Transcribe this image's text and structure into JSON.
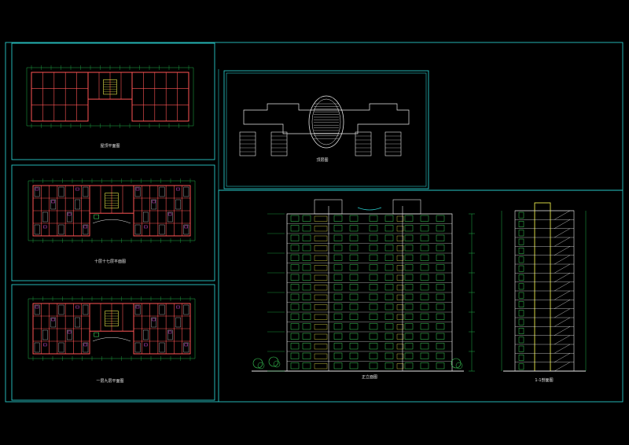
{
  "drawing": {
    "colors": {
      "background": "#000000",
      "frame": "#28c8c8",
      "wall": "#ff5555",
      "outline": "#e8e8e8",
      "window": "#3cd35a",
      "accent_yellow": "#e8e84a",
      "accent_magenta": "#d24bd2",
      "dim_green": "#21b34a"
    },
    "panels": {
      "plan_top": {
        "title": "屋顶平面图",
        "note": ""
      },
      "plan_typical": {
        "title": "十层十七层平面图",
        "note": ""
      },
      "plan_lower": {
        "title": "一层九层平面图",
        "note": ""
      },
      "roof": {
        "title": "顶层图"
      },
      "elevation": {
        "title": "正立面图"
      },
      "section": {
        "title": "1-1剖面图"
      }
    }
  }
}
